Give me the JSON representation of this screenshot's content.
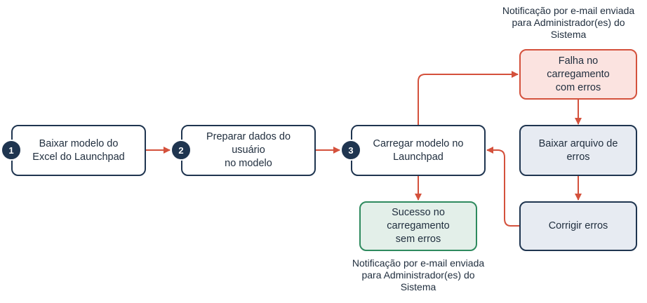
{
  "steps": [
    {
      "number": "1",
      "label": "Baixar modelo do\nExcel do Launchpad"
    },
    {
      "number": "2",
      "label": "Preparar dados do\nusuário\nno modelo"
    },
    {
      "number": "3",
      "label": "Carregar modelo no\nLaunchpad"
    }
  ],
  "outcomes": {
    "failure": "Falha no\ncarregamento\ncom erros",
    "success": "Sucesso no\ncarregamento\nsem erros",
    "download_errors": "Baixar arquivo de\nerros",
    "fix_errors": "Corrigir erros"
  },
  "notes": {
    "failure_notification": "Notificação por e-mail enviada\npara Administrador(es) do\nSistema",
    "success_notification": "Notificação por e-mail enviada\npara Administrador(es) do\nSistema"
  },
  "colors": {
    "arrow": "#d4513c",
    "node_border": "#1f3550",
    "failure_fill": "#fbe3e0",
    "success_fill": "#e3efe9",
    "neutral_fill": "#e7ebf2"
  }
}
